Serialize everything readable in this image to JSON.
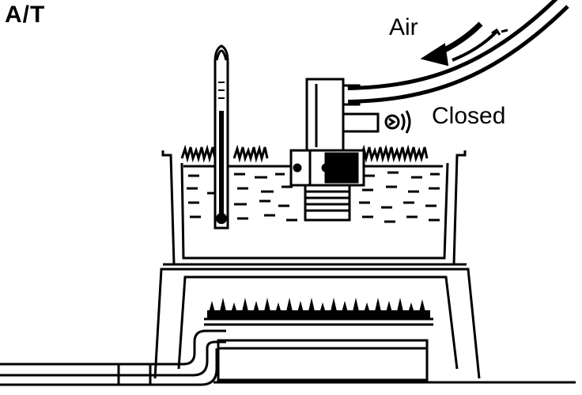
{
  "diagram": {
    "title": "A/T",
    "labels": {
      "air": "Air",
      "closed": "Closed"
    },
    "icons": [
      "thermometer-icon",
      "air-arrow-icon",
      "thermo-valve-icon",
      "burner-flame-icon",
      "water-bath-icon",
      "sound-icon"
    ],
    "colors": {
      "ink": "#000000",
      "paper": "#ffffff"
    }
  }
}
